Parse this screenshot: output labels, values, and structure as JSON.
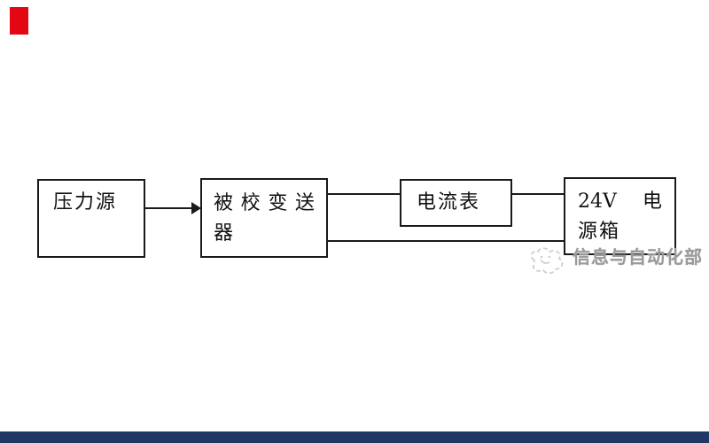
{
  "page": {
    "background": "#ffffff"
  },
  "decorations": {
    "top_left_square_color": "#e30613",
    "bottom_bar_color": "#203864"
  },
  "diagram": {
    "type": "block-diagram",
    "line_color": "#1a1a1a",
    "box_fill": "#ffffff",
    "text_color": "#111111",
    "nodes": [
      {
        "id": "pressure-source",
        "label": "压力源"
      },
      {
        "id": "transmitter-under-calibration",
        "label": "被校变送器",
        "line1": "被校变送",
        "line2": "器"
      },
      {
        "id": "ammeter",
        "label": "电流表"
      },
      {
        "id": "power-box",
        "label": "24V 电源箱",
        "line1": "24V 电",
        "line2": "源箱"
      }
    ],
    "connections": [
      {
        "from": "pressure-source",
        "to": "transmitter-under-calibration",
        "style": "arrow"
      },
      {
        "from": "transmitter-under-calibration",
        "to": "ammeter",
        "style": "line"
      },
      {
        "from": "ammeter",
        "to": "power-box",
        "style": "line"
      },
      {
        "from": "transmitter-under-calibration",
        "to": "power-box",
        "style": "line"
      }
    ]
  },
  "watermark": {
    "icon": "flower-scribble-icon",
    "text": "信息与自动化部",
    "color": "#9a9a9a"
  }
}
